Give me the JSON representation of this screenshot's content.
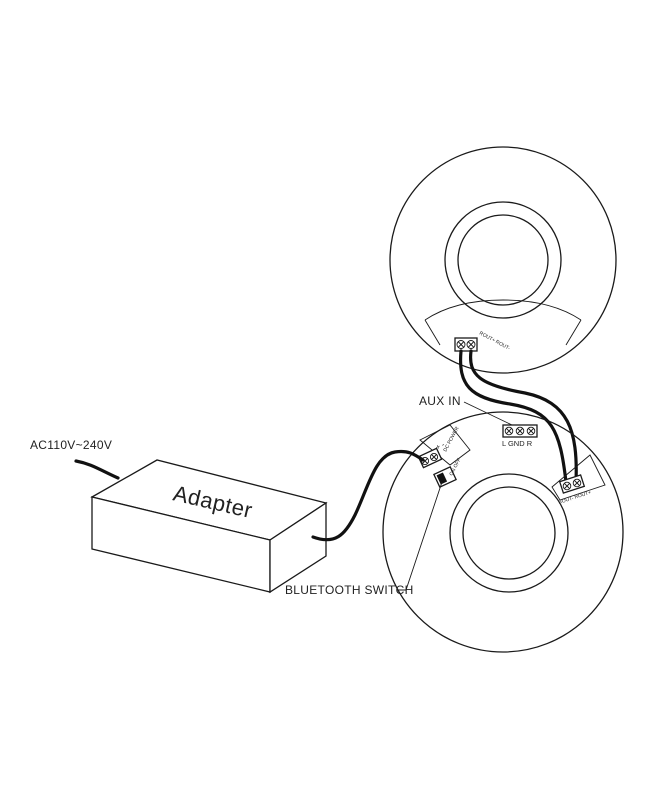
{
  "labels": {
    "ac_input": "AC110V~240V",
    "adapter": "Adapter",
    "aux_in": "AUX IN",
    "bluetooth_switch": "BLUETOOTH SWITCH",
    "aux_terminals": "L GND R",
    "rout_top": "ROUT+ ROUT-",
    "rout_bottom": "ROUT- ROUT+",
    "dc_power": "DC POWER",
    "dc_polarity": "+ -",
    "on_off": "ON  OFF"
  }
}
